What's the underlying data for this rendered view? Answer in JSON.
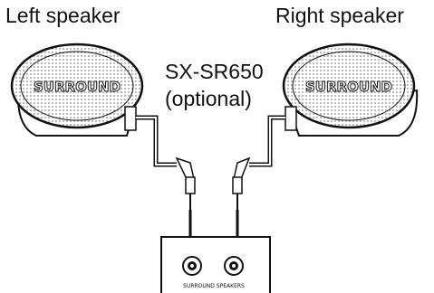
{
  "labels": {
    "left_speaker": "Left speaker",
    "right_speaker": "Right speaker",
    "model": "SX-SR650",
    "model_note": "(optional)",
    "speaker_brand": "SURROUND",
    "jack_panel": "SURROUND SPEAKERS"
  },
  "colors": {
    "ink": "#111111",
    "dots": "#9a9a9a",
    "background": "#ffffff"
  }
}
